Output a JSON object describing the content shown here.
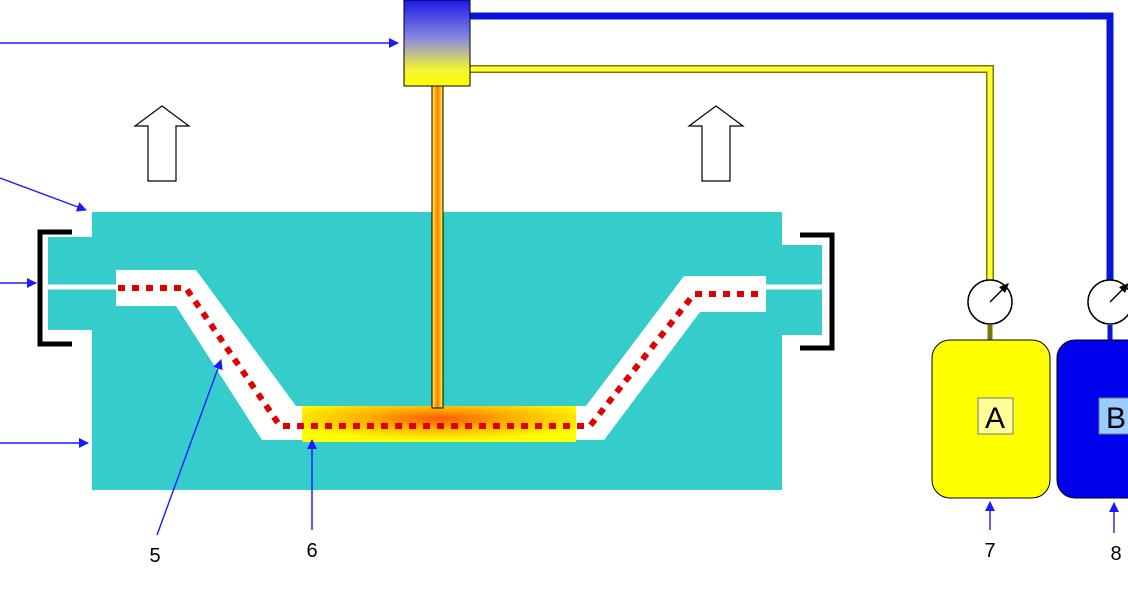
{
  "callouts": [
    {
      "id": "5",
      "label": "5"
    },
    {
      "id": "6",
      "label": "6"
    },
    {
      "id": "7",
      "label": "7"
    },
    {
      "id": "8",
      "label": "8"
    }
  ],
  "tanks": {
    "a": {
      "label": "A",
      "color": "#ffff00"
    },
    "b": {
      "label": "B",
      "color": "#0000ee"
    }
  },
  "colors": {
    "mold": "#35cccc",
    "fiber": "#e00000",
    "line_a": "#ffff33",
    "line_b": "#0a14d8",
    "arrow": "#1a1aff"
  }
}
